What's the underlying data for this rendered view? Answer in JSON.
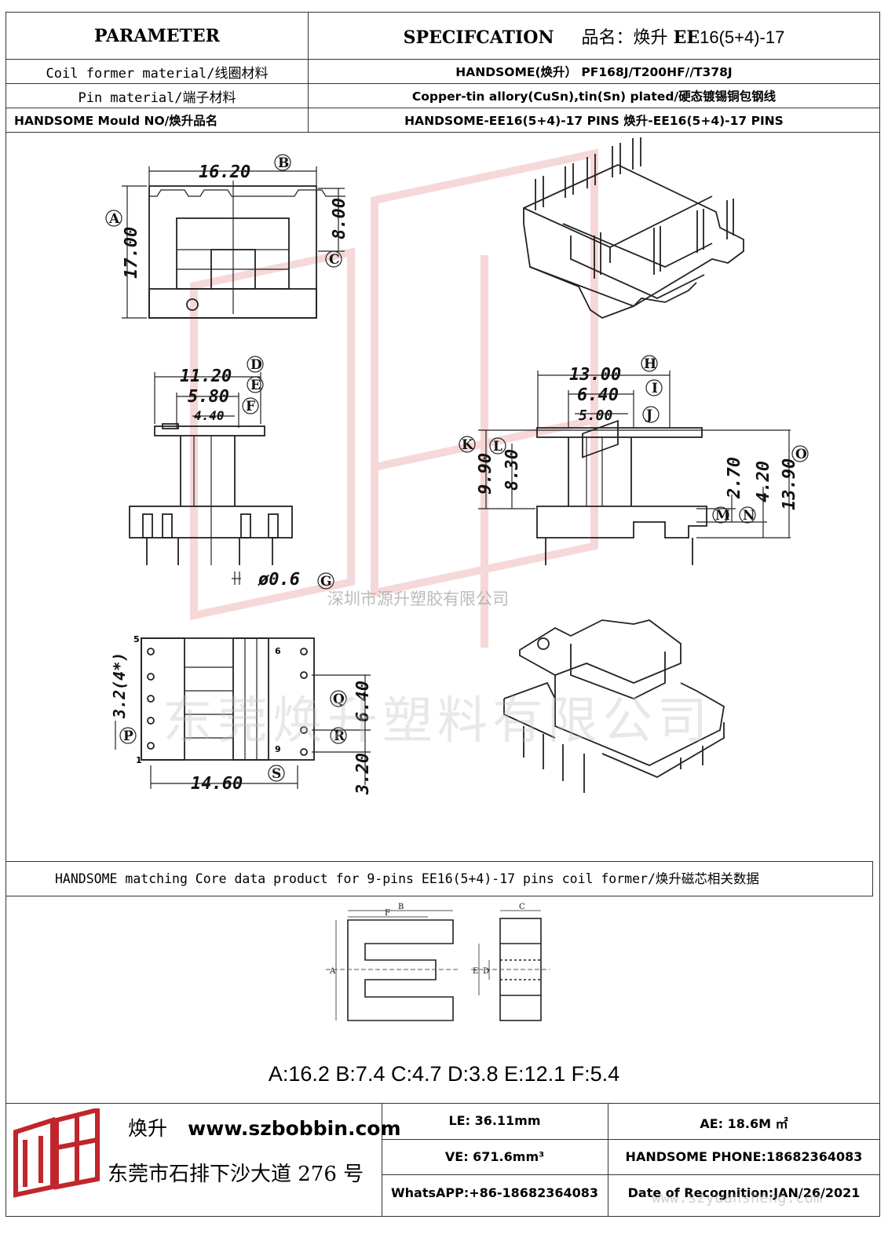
{
  "header": {
    "param_label": "PARAMETER",
    "spec_label": "SPECIFCATION",
    "product_prefix": "品名：焕升",
    "product_code_bold": "EE",
    "product_code_rest": "16(5+4)-17",
    "rows": [
      {
        "label": "Coil former material/线圈材料",
        "value": "HANDSOME(焕升）  PF168J/T200HF//T378J"
      },
      {
        "label": "Pin material/端子材料",
        "value": "Copper-tin allory(CuSn),tin(Sn) plated/硬态镀锡铜包钢线"
      },
      {
        "label": "HANDSOME Mould NO/焕升品名",
        "value": "HANDSOME-EE16(5+4)-17 PINS    焕升-EE16(5+4)-17 PINS"
      }
    ]
  },
  "drawing": {
    "dims": {
      "B": "16.20",
      "A": "17.00",
      "C": "8.00",
      "D": "11.20",
      "E": "5.80",
      "F": "4.40",
      "G": "ø0.6",
      "H": "13.00",
      "I": "6.40",
      "J": "5.00",
      "K": "9.90",
      "L": "8.30",
      "M": "2.70",
      "N": "4.20",
      "O": "13.90",
      "P": "3.2(4*)",
      "Q": "6.40",
      "R": "3.20",
      "S": "14.60"
    },
    "pin_numbers": [
      "5",
      "6",
      "1",
      "9"
    ],
    "watermark_text": "深圳市源升塑胶有限公司",
    "watermark_big": "东莞焕升塑料有限公司"
  },
  "core": {
    "banner": "HANDSOME matching Core data  product for 9-pins EE16(5+4)-17 pins coil former/焕升磁芯相关数据",
    "letters": [
      "A",
      "B",
      "C",
      "D",
      "E",
      "F"
    ],
    "values": "A:16.2 B:7.4 C:4.7 D:3.8 E:12.1 F:5.4"
  },
  "footer": {
    "brand_cn": "焕升",
    "website": "www.szbobbin.com",
    "address": "东莞市石排下沙大道 276 号",
    "le": "LE:    36.11mm",
    "ae": "AE: 18.6M ㎡",
    "ve": "VE:    671.6mm³",
    "phone": "HANDSOME PHONE:18682364083",
    "whatsapp": "WhatsAPP:+86-18682364083",
    "date": "Date of Recognition:JAN/26/2021",
    "watermark_url": "www.szyuansheng.com"
  },
  "colors": {
    "logo_red": "#c0262b",
    "watermark_red": "#f2c7c7",
    "line": "#222222"
  }
}
